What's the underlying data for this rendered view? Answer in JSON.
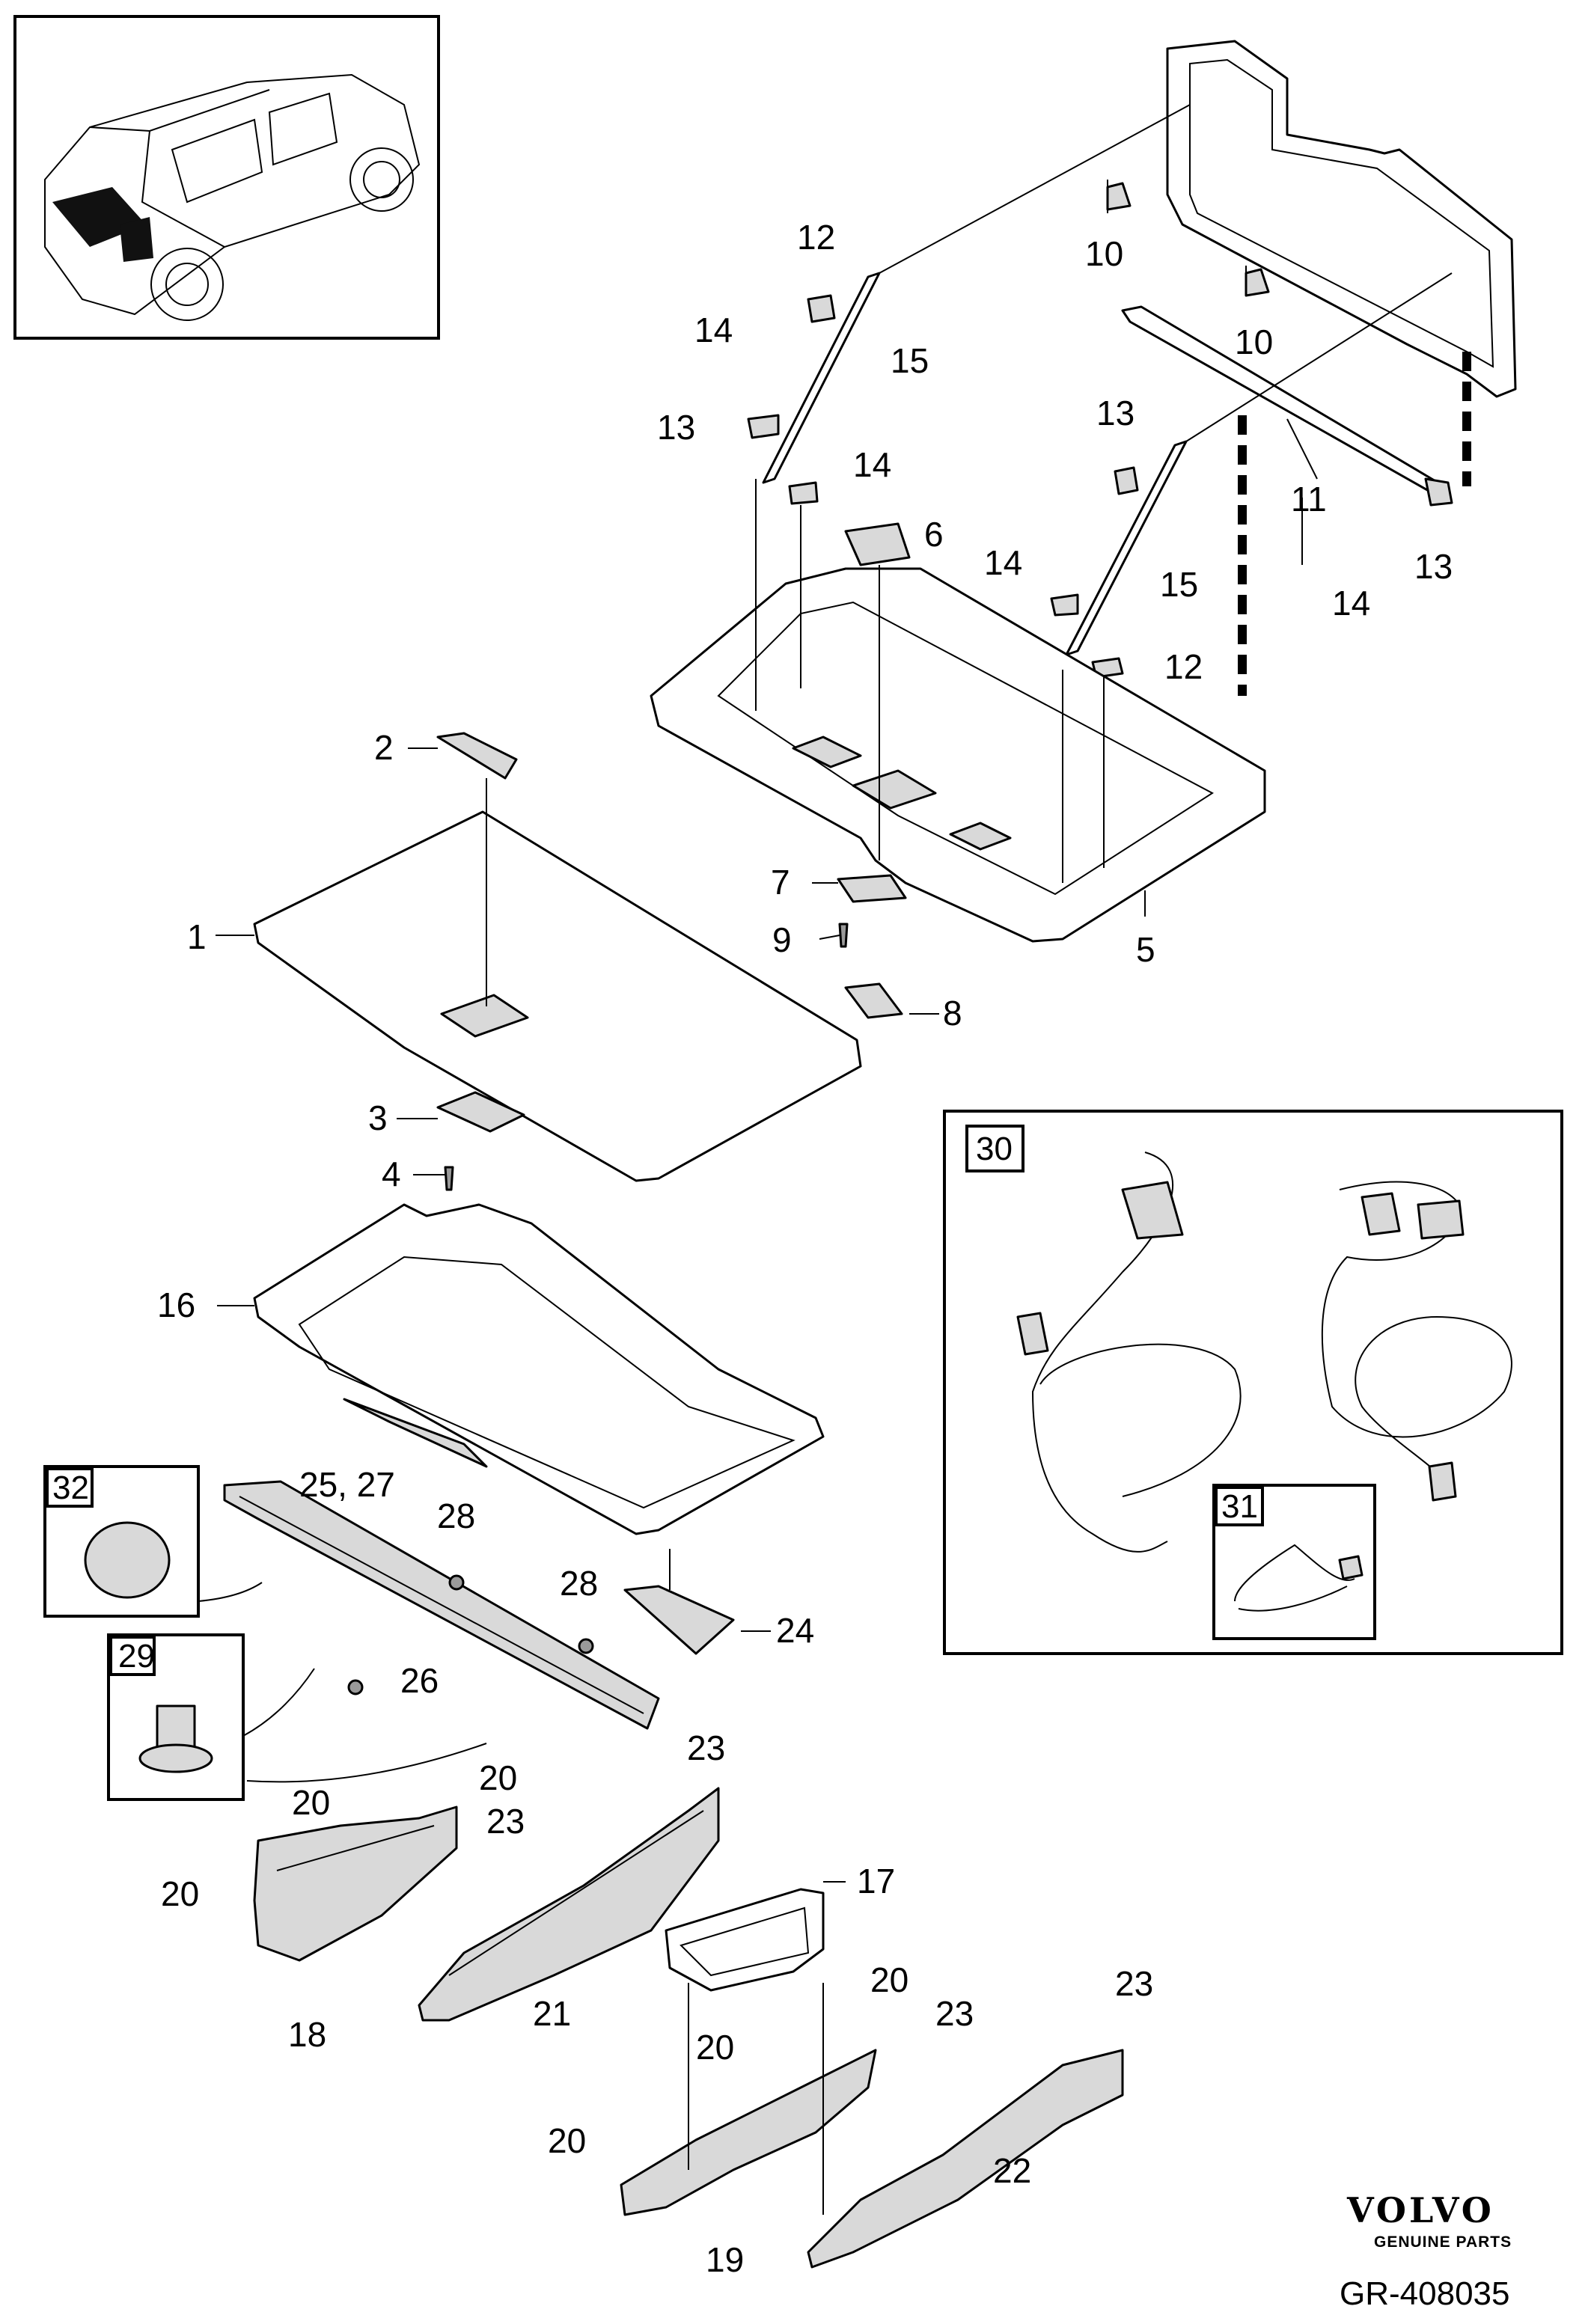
{
  "brand": {
    "name": "VOLVO",
    "subtitle": "GENUINE PARTS"
  },
  "figure_code": "GR-408035",
  "callouts": [
    {
      "id": "c1",
      "label": "1"
    },
    {
      "id": "c2",
      "label": "2"
    },
    {
      "id": "c3",
      "label": "3"
    },
    {
      "id": "c4",
      "label": "4"
    },
    {
      "id": "c5",
      "label": "5"
    },
    {
      "id": "c6",
      "label": "6"
    },
    {
      "id": "c7",
      "label": "7"
    },
    {
      "id": "c8",
      "label": "8"
    },
    {
      "id": "c9",
      "label": "9"
    },
    {
      "id": "c10a",
      "label": "10"
    },
    {
      "id": "c10b",
      "label": "10"
    },
    {
      "id": "c11",
      "label": "11"
    },
    {
      "id": "c12a",
      "label": "12"
    },
    {
      "id": "c12b",
      "label": "12"
    },
    {
      "id": "c13a",
      "label": "13"
    },
    {
      "id": "c13b",
      "label": "13"
    },
    {
      "id": "c13c",
      "label": "13"
    },
    {
      "id": "c14a",
      "label": "14"
    },
    {
      "id": "c14b",
      "label": "14"
    },
    {
      "id": "c14c",
      "label": "14"
    },
    {
      "id": "c14d",
      "label": "14"
    },
    {
      "id": "c15a",
      "label": "15"
    },
    {
      "id": "c15b",
      "label": "15"
    },
    {
      "id": "c16",
      "label": "16"
    },
    {
      "id": "c17",
      "label": "17"
    },
    {
      "id": "c18",
      "label": "18"
    },
    {
      "id": "c19",
      "label": "19"
    },
    {
      "id": "c20a",
      "label": "20"
    },
    {
      "id": "c20b",
      "label": "20"
    },
    {
      "id": "c20c",
      "label": "20"
    },
    {
      "id": "c20d",
      "label": "20"
    },
    {
      "id": "c20e",
      "label": "20"
    },
    {
      "id": "c20f",
      "label": "20"
    },
    {
      "id": "c21",
      "label": "21"
    },
    {
      "id": "c22",
      "label": "22"
    },
    {
      "id": "c23a",
      "label": "23"
    },
    {
      "id": "c23b",
      "label": "23"
    },
    {
      "id": "c23c",
      "label": "23"
    },
    {
      "id": "c23d",
      "label": "23"
    },
    {
      "id": "c24",
      "label": "24"
    },
    {
      "id": "c2527",
      "label": "25, 27"
    },
    {
      "id": "c26",
      "label": "26"
    },
    {
      "id": "c28a",
      "label": "28"
    },
    {
      "id": "c28b",
      "label": "28"
    }
  ],
  "inset_boxes": [
    {
      "id": "b29",
      "label": "29"
    },
    {
      "id": "b30",
      "label": "30"
    },
    {
      "id": "b31",
      "label": "31"
    },
    {
      "id": "b32",
      "label": "32"
    }
  ]
}
